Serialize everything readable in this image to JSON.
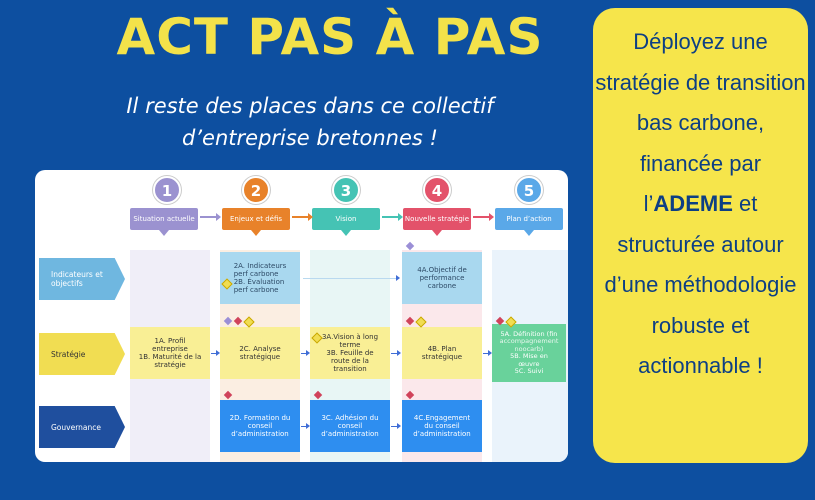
{
  "title": "ACT PAS À PAS",
  "subtitle_line1": "Il reste des places dans ce collectif",
  "subtitle_line2": "d’entreprise bretonnes !",
  "panel": {
    "pre": "Déployez une stratégie de transition bas carbone, financée par l’",
    "highlight": "ADEME",
    "post": " et structurée autour d’une méthodologie robuste et actionnable !"
  },
  "diagram": {
    "phases": [
      {
        "num": "1",
        "label": "Situation actuelle",
        "color": "#9b92d0"
      },
      {
        "num": "2",
        "label": "Enjeux et défis",
        "color": "#e8822a"
      },
      {
        "num": "3",
        "label": "Vision",
        "color": "#45c3b4"
      },
      {
        "num": "4",
        "label": "Nouvelle stratégie",
        "color": "#e3526a"
      },
      {
        "num": "5",
        "label": "Plan d’action",
        "color": "#5aa8e8"
      }
    ],
    "rows": [
      {
        "label": "Indicateurs et objectifs",
        "color": "#6fb7e0"
      },
      {
        "label": "Stratégie",
        "color": "#f1dd52"
      },
      {
        "label": "Gouvernance",
        "color": "#1f4f9e"
      }
    ],
    "boxes": {
      "ind_2": [
        "2A. Indicateurs",
        "perf carbone",
        "2B. Évaluation",
        "perf carbone"
      ],
      "ind_4": [
        "4A.Objectif de",
        "performance",
        "carbone"
      ],
      "str_1": [
        "1A. Profil",
        "entreprise",
        "1B. Maturité de la",
        "stratégie"
      ],
      "str_2": [
        "2C. Analyse",
        "stratégique"
      ],
      "str_3": [
        "3A.Vision à long",
        "terme",
        "3B. Feuille de",
        "route de la",
        "transition"
      ],
      "str_4": [
        "4B. Plan",
        "stratégique"
      ],
      "str_5": [
        "5A. Définition (fin",
        "accompagnement",
        "noocarb)",
        "5B. Mise en",
        "œuvre",
        "5C. Suivi"
      ],
      "gov_2": [
        "2D. Formation du",
        "conseil",
        "d’administration"
      ],
      "gov_3": [
        "3C. Adhésion du",
        "conseil",
        "d’administration"
      ],
      "gov_4": [
        "4C.Engagement",
        "du conseil",
        "d’administration"
      ]
    },
    "colors": {
      "yellow": "#f9ef95",
      "lightblue": "#a9d8ef",
      "blue": "#2e8ef0",
      "green": "#69d29b"
    }
  }
}
